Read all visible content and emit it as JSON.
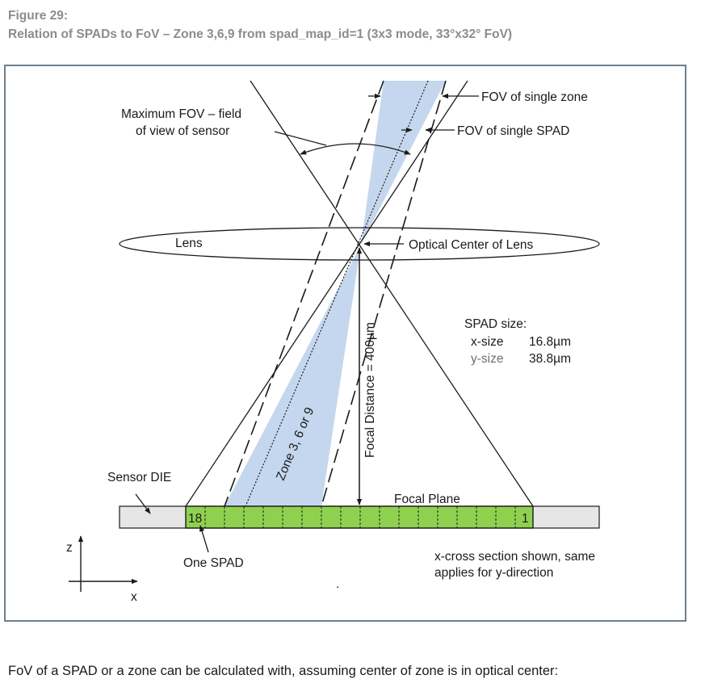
{
  "figure": {
    "number": "Figure 29:",
    "title": "Relation of SPADs to FoV – Zone 3,6,9 from spad_map_id=1 (3x3 mode, 33°x32° FoV)"
  },
  "labels": {
    "max_fov_line1": "Maximum FOV – field",
    "max_fov_line2": "of view of sensor",
    "fov_single_zone": "FOV of single zone",
    "fov_single_spad": "FOV of single SPAD",
    "lens": "Lens",
    "optical_center": "Optical Center of Lens",
    "spad_size_title": "SPAD size:",
    "x_size_label": "x-size",
    "x_size_value": "16.8µm",
    "y_size_label": "y-size",
    "y_size_value": "38.8µm",
    "focal_distance": "Focal Distance = 400µm",
    "zone_label": "Zone 3, 6 or 9",
    "sensor_die": "Sensor DIE",
    "focal_plane": "Focal Plane",
    "spad_left_index": "18",
    "spad_right_index": "1",
    "one_spad": "One SPAD",
    "cross_section_line1": "x-cross section shown, same",
    "cross_section_line2": "applies for y-direction",
    "axis_z": "z",
    "axis_x": "x",
    "stray_mark": "."
  },
  "colors": {
    "title_grey": "#8c8c8c",
    "frame_border": "#6f7f8c",
    "zone_fill": "#c5d7ee",
    "spad_fill": "#8fd14f",
    "die_fill": "#e6e6e6",
    "line": "#1a1a1a",
    "y_size_grey": "#6f6f6f"
  },
  "footer": {
    "text": "FoV of a SPAD or a zone can be calculated with, assuming center of zone is in optical center:"
  }
}
